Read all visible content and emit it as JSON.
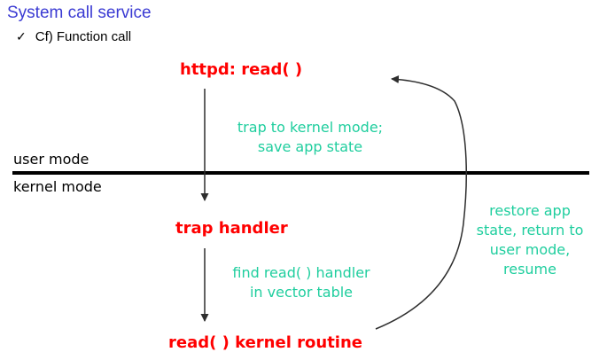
{
  "slide": {
    "title": "System call service",
    "bullet": {
      "icon": "✓",
      "label": "Cf) Function call"
    }
  },
  "diagram": {
    "nodes": [
      {
        "id": "httpd",
        "label": "httpd: read( )"
      },
      {
        "id": "trap-handler",
        "label": "trap handler"
      },
      {
        "id": "kernel-routine",
        "label": "read( ) kernel routine"
      }
    ],
    "mode_labels": {
      "user": "user mode",
      "kernel": "kernel mode"
    },
    "notes": {
      "trap": [
        "trap to kernel mode;",
        "save app state"
      ],
      "find": [
        "find read( ) handler",
        "in vector table"
      ],
      "restore": [
        "restore app",
        "state, return to",
        "user mode,",
        "resume"
      ]
    }
  },
  "colors": {
    "title": "#3B3BD3",
    "node": "#FF0000",
    "note": "#1FCE9E",
    "text": "#000000",
    "line": "#000000",
    "arrow": "#2E2E2E"
  }
}
